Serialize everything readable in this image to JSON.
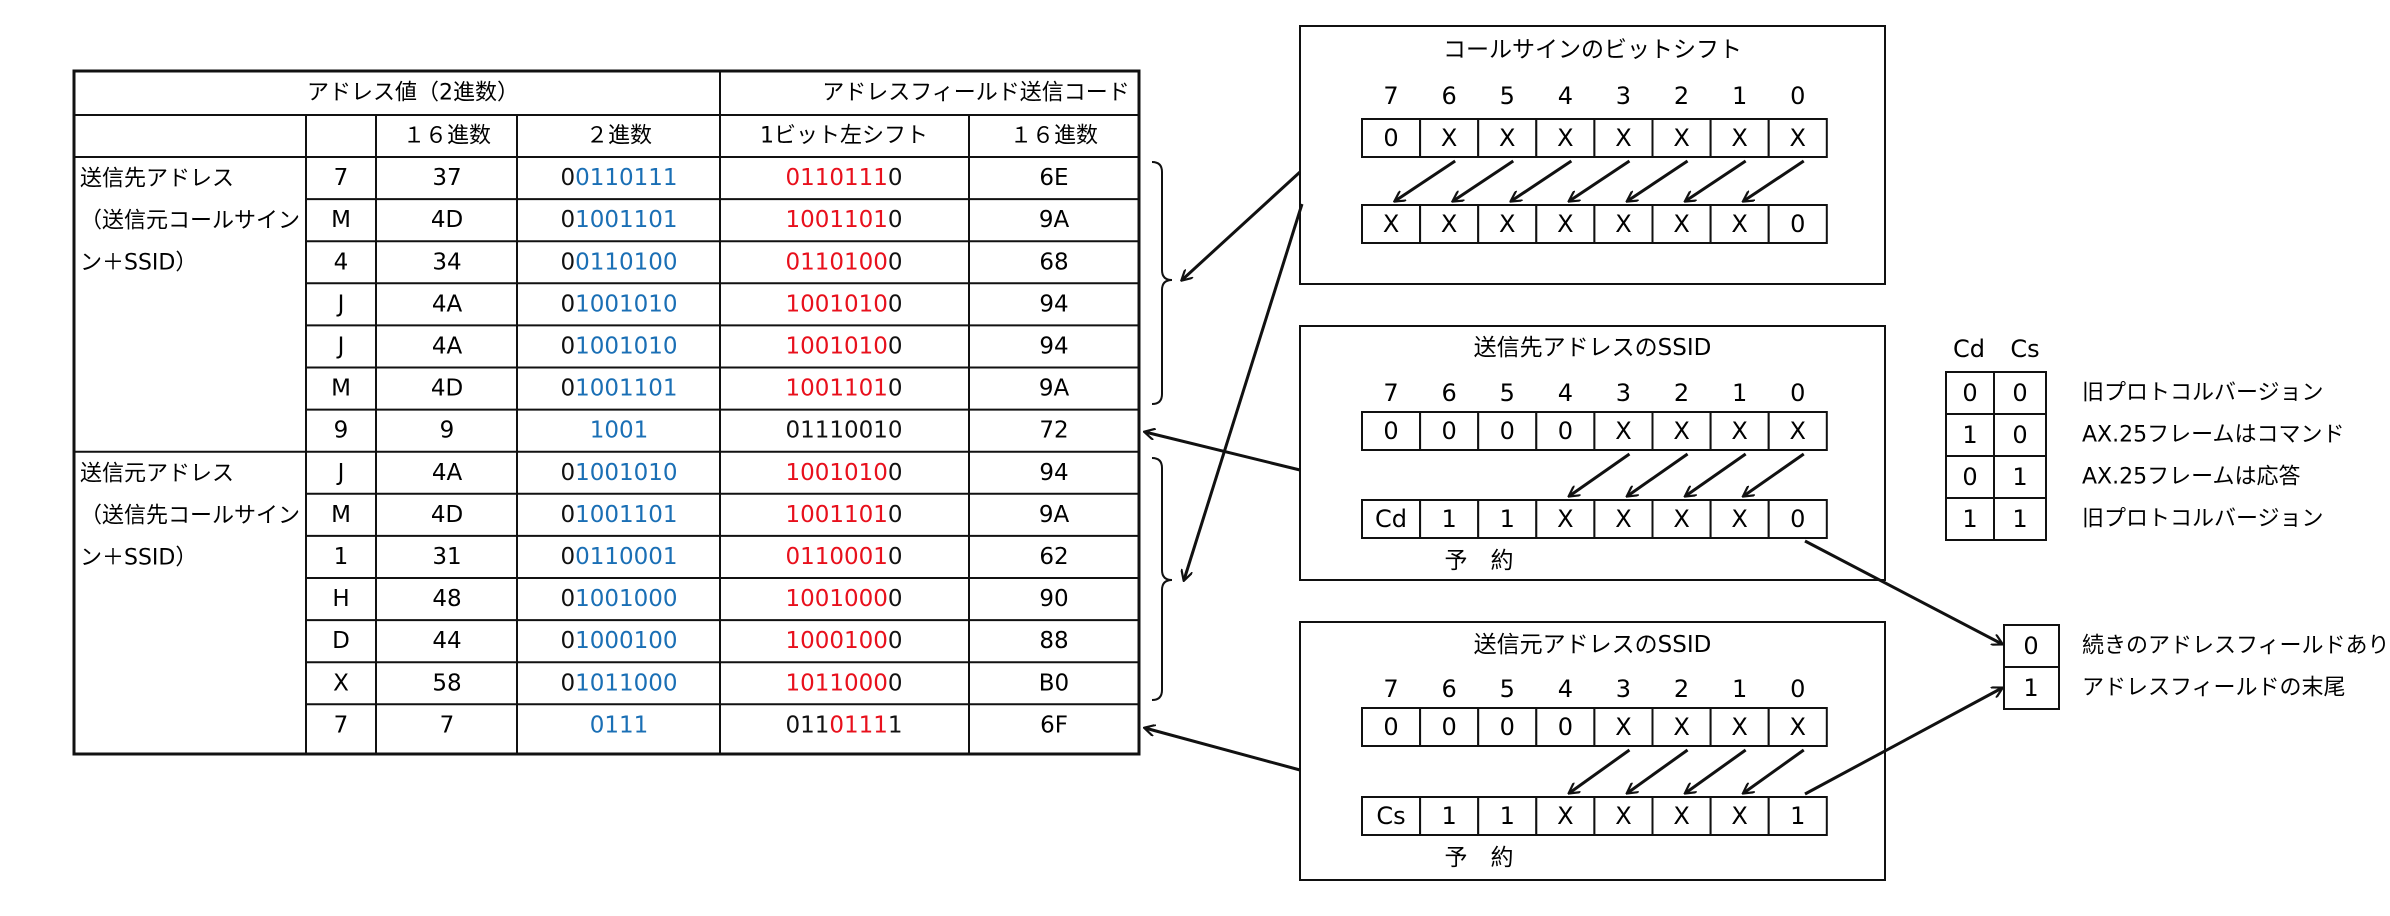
{
  "table": {
    "header_left": "アドレス値（2進数）",
    "header_right": "アドレスフィールド送信コード",
    "col_headers": [
      "",
      "",
      "１６進数",
      "２進数",
      "1ビット左シフト",
      "１６進数"
    ],
    "row_group_labels": [
      [
        "送信先アドレス",
        "（送信元コールサイン",
        "ン＋SSID）"
      ],
      [
        "送信元アドレス",
        "（送信先コールサイン",
        "ン＋SSID）"
      ]
    ],
    "rows": [
      {
        "char": "7",
        "hex": "37",
        "bin_black": "0",
        "bin_blue": "0110111",
        "shift_black1": "",
        "shift_red": "0110111",
        "shift_black2": "0",
        "out_hex": "6E"
      },
      {
        "char": "M",
        "hex": "4D",
        "bin_black": "0",
        "bin_blue": "1001101",
        "shift_black1": "",
        "shift_red": "1001101",
        "shift_black2": "0",
        "out_hex": "9A"
      },
      {
        "char": "4",
        "hex": "34",
        "bin_black": "0",
        "bin_blue": "0110100",
        "shift_black1": "",
        "shift_red": "0110100",
        "shift_black2": "0",
        "out_hex": "68"
      },
      {
        "char": "J",
        "hex": "4A",
        "bin_black": "0",
        "bin_blue": "1001010",
        "shift_black1": "",
        "shift_red": "1001010",
        "shift_black2": "0",
        "out_hex": "94"
      },
      {
        "char": "J",
        "hex": "4A",
        "bin_black": "0",
        "bin_blue": "1001010",
        "shift_black1": "",
        "shift_red": "1001010",
        "shift_black2": "0",
        "out_hex": "94"
      },
      {
        "char": "M",
        "hex": "4D",
        "bin_black": "0",
        "bin_blue": "1001101",
        "shift_black1": "",
        "shift_red": "1001101",
        "shift_black2": "0",
        "out_hex": "9A"
      },
      {
        "char": "9",
        "hex": "9",
        "bin_black": "",
        "bin_blue": "1001",
        "shift_black1": "011",
        "shift_red": "",
        "shift_black2": "10010",
        "out_hex": "72"
      },
      {
        "char": "J",
        "hex": "4A",
        "bin_black": "0",
        "bin_blue": "1001010",
        "shift_black1": "",
        "shift_red": "1001010",
        "shift_black2": "0",
        "out_hex": "94"
      },
      {
        "char": "M",
        "hex": "4D",
        "bin_black": "0",
        "bin_blue": "1001101",
        "shift_black1": "",
        "shift_red": "1001101",
        "shift_black2": "0",
        "out_hex": "9A"
      },
      {
        "char": "1",
        "hex": "31",
        "bin_black": "0",
        "bin_blue": "0110001",
        "shift_black1": "",
        "shift_red": "0110001",
        "shift_black2": "0",
        "out_hex": "62"
      },
      {
        "char": "H",
        "hex": "48",
        "bin_black": "0",
        "bin_blue": "1001000",
        "shift_black1": "",
        "shift_red": "1001000",
        "shift_black2": "0",
        "out_hex": "90"
      },
      {
        "char": "D",
        "hex": "44",
        "bin_black": "0",
        "bin_blue": "1000100",
        "shift_black1": "",
        "shift_red": "1000100",
        "shift_black2": "0",
        "out_hex": "88"
      },
      {
        "char": "X",
        "hex": "58",
        "bin_black": "0",
        "bin_blue": "1011000",
        "shift_black1": "",
        "shift_red": "1011000",
        "shift_black2": "0",
        "out_hex": "B0"
      },
      {
        "char": "7",
        "hex": "7",
        "bin_black": "",
        "bin_blue": "0111",
        "shift_black1": "011",
        "shift_red": "0111",
        "shift_black2": "1",
        "out_hex": "6F"
      }
    ]
  },
  "panels": [
    {
      "title": "コールサインのビットシフト",
      "bit_labels": [
        "7",
        "6",
        "5",
        "4",
        "3",
        "2",
        "1",
        "0"
      ],
      "top_row": [
        "0",
        "X",
        "X",
        "X",
        "X",
        "X",
        "X",
        "X"
      ],
      "bottom_row": [
        "X",
        "X",
        "X",
        "X",
        "X",
        "X",
        "X",
        "0"
      ],
      "reserved_label": ""
    },
    {
      "title": "送信先アドレスのSSID",
      "bit_labels": [
        "7",
        "6",
        "5",
        "4",
        "3",
        "2",
        "1",
        "0"
      ],
      "top_row": [
        "0",
        "0",
        "0",
        "0",
        "X",
        "X",
        "X",
        "X"
      ],
      "bottom_row": [
        "Cd",
        "1",
        "1",
        "X",
        "X",
        "X",
        "X",
        "0"
      ],
      "reserved_label": "予　約"
    },
    {
      "title": "送信元アドレスのSSID",
      "bit_labels": [
        "7",
        "6",
        "5",
        "4",
        "3",
        "2",
        "1",
        "0"
      ],
      "top_row": [
        "0",
        "0",
        "0",
        "0",
        "X",
        "X",
        "X",
        "X"
      ],
      "bottom_row": [
        "Cs",
        "1",
        "1",
        "X",
        "X",
        "X",
        "X",
        "1"
      ],
      "reserved_label": "予　約"
    }
  ],
  "cdcs_table": {
    "headers": [
      "Cd",
      "Cs"
    ],
    "rows": [
      {
        "cd": "0",
        "cs": "0",
        "desc": "旧プロトコルバージョン"
      },
      {
        "cd": "1",
        "cs": "0",
        "desc": "AX.25フレームはコマンド"
      },
      {
        "cd": "0",
        "cs": "1",
        "desc": "AX.25フレームは応答"
      },
      {
        "cd": "1",
        "cs": "1",
        "desc": "旧プロトコルバージョン"
      }
    ]
  },
  "ext_table": {
    "rows": [
      {
        "bit": "0",
        "desc": "続きのアドレスフィールドあり"
      },
      {
        "bit": "1",
        "desc": "アドレスフィールドの末尾"
      }
    ]
  },
  "colors": {
    "blue": "#1a6fb5",
    "red": "#e8101c",
    "line": "#111111"
  }
}
